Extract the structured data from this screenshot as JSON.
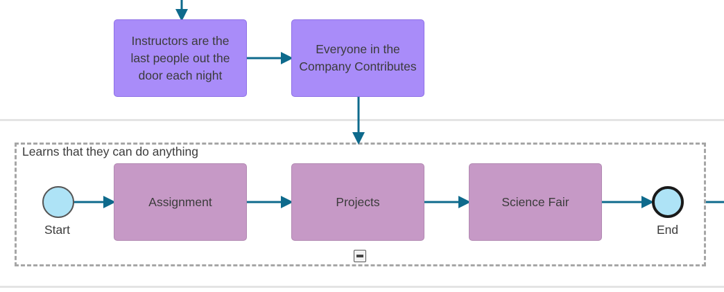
{
  "tasks_top": [
    {
      "id": "instructors",
      "label": "Instructors are the last people out the door each night"
    },
    {
      "id": "everyone",
      "label": "Everyone in the Company Contributes"
    }
  ],
  "subprocess": {
    "title": "Learns that they can do anything",
    "start_label": "Start",
    "end_label": "End",
    "tasks": [
      {
        "id": "assignment",
        "label": "Assignment"
      },
      {
        "id": "projects",
        "label": "Projects"
      },
      {
        "id": "science-fair",
        "label": "Science Fair"
      }
    ],
    "collapse_icon": "minus-square-icon"
  },
  "colors": {
    "edge": "#0e6a8c",
    "lavender_task": "#a98cf9",
    "mauve_task": "#c699c6",
    "event_fill": "#aee3f6",
    "subprocess_border": "#a6a6a6"
  }
}
